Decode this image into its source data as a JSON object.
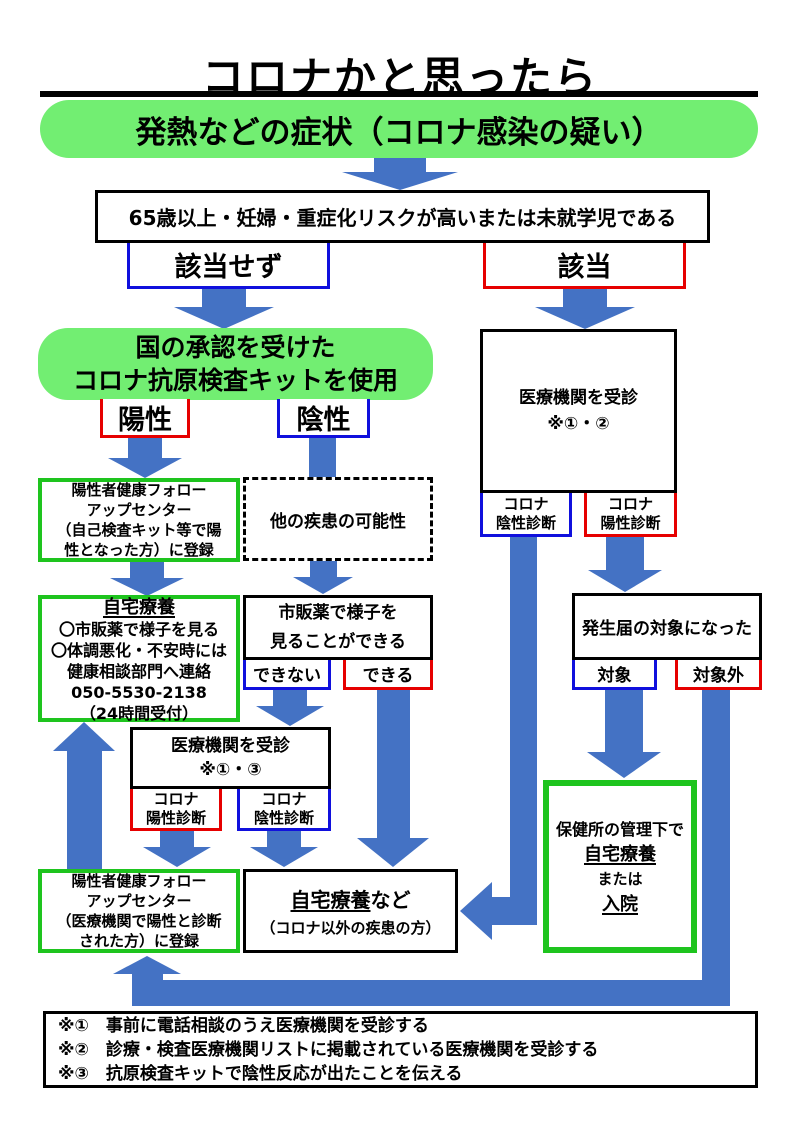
{
  "title": "コロナかと思ったら",
  "symptom_banner": "発熱などの症状（コロナ感染の疑い）",
  "risk_question": "65歳以上・妊婦・重症化リスクが高いまたは未就学児である",
  "branch": {
    "not_applicable": "該当せず",
    "applicable": "該当"
  },
  "kit_banner": "国の承認を受けた\nコロナ抗原検査キットを使用",
  "kit_result": {
    "positive": "陽性",
    "negative": "陰性"
  },
  "followup_center_self": "陽性者健康フォロー\nアップセンター\n（自己検査キット等で陽\n性となった方）に登録",
  "other_disease": "他の疾患の可能性",
  "home_care": {
    "title": "自宅療養",
    "body": "〇市販薬で様子を見る\n〇体調悪化・不安時には\n健康相談部門へ連絡\n050-5530-2138\n（24時間受付）"
  },
  "otc_question": "市販薬で様子を\n見ることができる",
  "otc_branch": {
    "cannot": "できない",
    "can": "できる"
  },
  "clinic_left": "医療機関を受診\n※①・③",
  "clinic_left_result": {
    "positive": "コロナ\n陽性診断",
    "negative": "コロナ\n陰性診断"
  },
  "followup_center_clinic": "陽性者健康フォロー\nアップセンター\n（医療機関で陽性と診断\nされた方）に登録",
  "home_care_other": {
    "underlined": "自宅療養",
    "suffix": "など",
    "line2": "（コロナ以外の疾患の方）"
  },
  "clinic_right": "医療機関を受診\n※①・②",
  "clinic_right_result": {
    "negative": "コロナ\n陰性診断",
    "positive": "コロナ\n陽性診断"
  },
  "notification_box": "発生届の対象になった",
  "notification_branch": {
    "target": "対象",
    "not_target": "対象外"
  },
  "hokenjo": {
    "line1": "保健所の管理下で",
    "line2": "自宅療養",
    "line3": "または",
    "line4": "入院"
  },
  "notes": [
    "※①　事前に電話相談のうえ医療機関を受診する",
    "※②　診療・検査医療機関リストに掲載されている医療機関を受診する",
    "※③　抗原検査キットで陰性反応が出たことを伝える"
  ],
  "colors": {
    "arrow_blue": "#4472c4",
    "banner_green_fill": "#72ee72",
    "green_border": "#1ec41e",
    "red_border": "#e60000",
    "blue_border": "#1010dd",
    "black": "#000000"
  }
}
